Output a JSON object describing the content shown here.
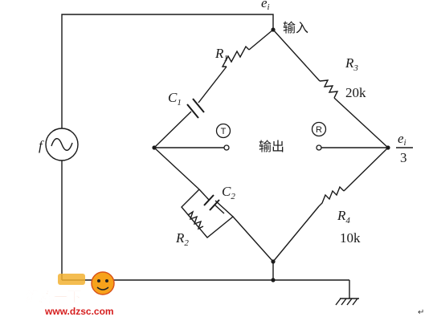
{
  "labels": {
    "ei_top": "e",
    "ei_top_sub": "i",
    "input": "输入",
    "output": "输出",
    "r1": "R",
    "r1_sub": "1",
    "r2": "R",
    "r2_sub": "2",
    "r3": "R",
    "r3_sub": "3",
    "r3_value": "20k",
    "r4": "R",
    "r4_sub": "4",
    "r4_value": "10k",
    "c1": "C",
    "c1_sub": "1",
    "c2": "C",
    "c2_sub": "2",
    "f": "f",
    "terminal_t": "T",
    "terminal_r": "R",
    "ei_frac_num": "e",
    "ei_frac_num_sub": "i",
    "ei_frac_den": "3"
  },
  "watermark": {
    "brand": "维库一下",
    "url": "www.dzsc.com"
  },
  "corner_mark": "↵"
}
